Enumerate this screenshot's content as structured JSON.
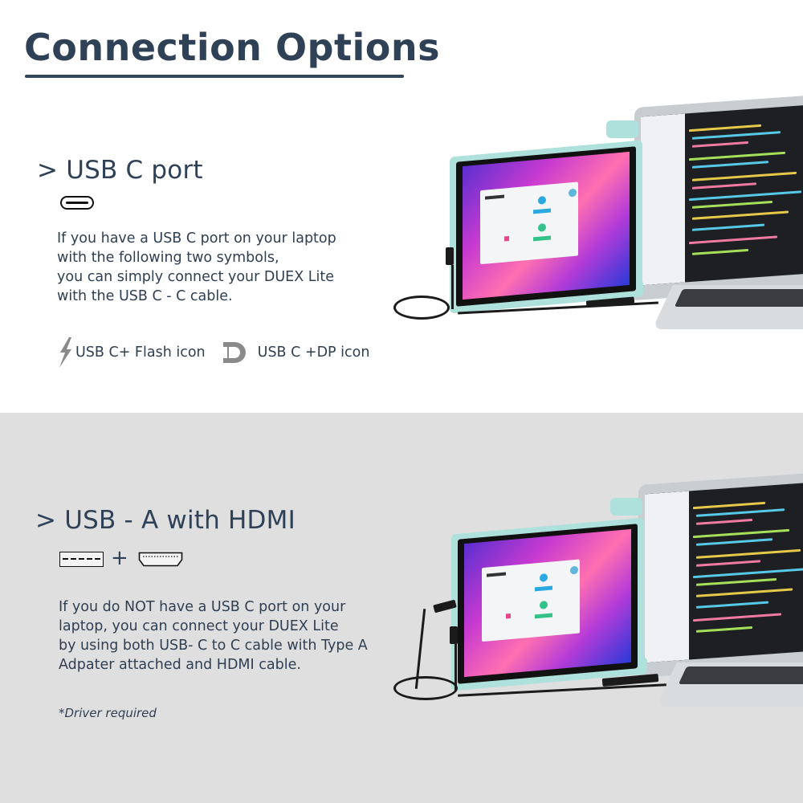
{
  "header": {
    "title": "Connection Options"
  },
  "section_usb_c": {
    "heading": "> USB C port",
    "port_icon": "usb-c-port-icon",
    "description_lines": [
      "If you have a USB C port on your laptop",
      "with the following two symbols,",
      "you can simply connect your DUEX Lite",
      "with the USB C - C cable."
    ],
    "symbols": [
      {
        "icon": "lightning-flash-icon",
        "label": "USB C+ Flash icon"
      },
      {
        "icon": "displayport-icon",
        "label": "USB C +DP icon"
      }
    ]
  },
  "section_usb_a": {
    "heading": "> USB - A with HDMI",
    "port_icons": [
      "usb-a-port-icon",
      "hdmi-port-icon"
    ],
    "plus": "+",
    "description_lines": [
      "If you do NOT have a USB C port on your",
      "laptop, you can connect your DUEX Lite",
      "by using both USB- C to C cable with Type A",
      "Adpater attached and HDMI cable."
    ],
    "note": "*Driver required"
  },
  "colors": {
    "heading": "#2f4156",
    "text": "#2f3f52",
    "top_bg": "#ffffff",
    "bottom_bg": "#e0dfe0",
    "monitor_frame": "#aee0dc",
    "icon_gray": "#8a8a8a"
  }
}
